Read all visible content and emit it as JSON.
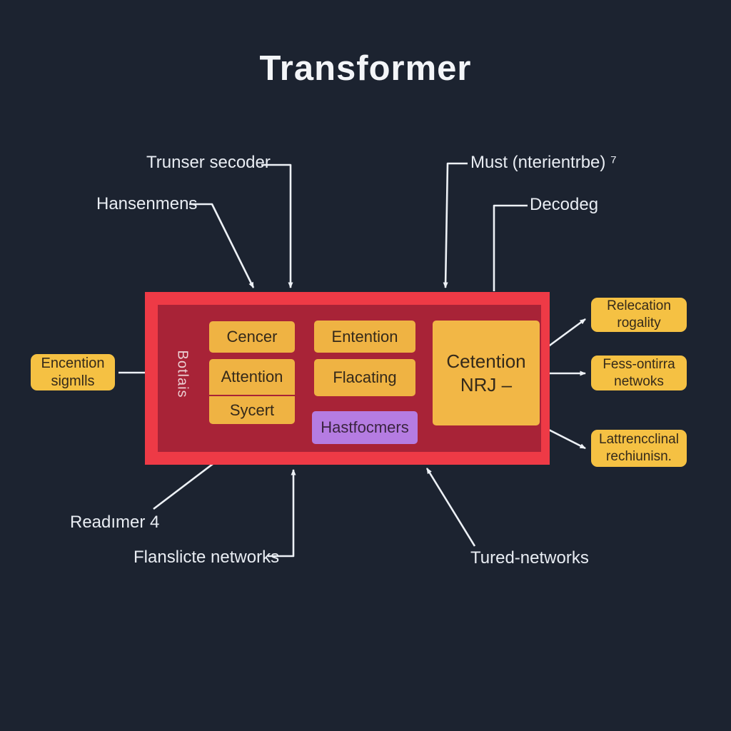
{
  "title": "Transformer",
  "callouts": {
    "top_left_1": "Trunser secoder",
    "top_left_2": "Hansenmens",
    "top_right_1": "Must (nterientrbe) ⁷",
    "top_right_2": "Decodeg",
    "bottom_left_1": "Readımer 4",
    "bottom_left_2": "Flanslicte networks",
    "bottom_right_1": "Tured-networks"
  },
  "input_label": {
    "line1": "Encention",
    "line2": "sigmlls"
  },
  "output_labels": [
    {
      "line1": "Relecation",
      "line2": "rogality"
    },
    {
      "line1": "Fess-ontirra",
      "line2": "netwoks"
    },
    {
      "line1": "Lattrencclinal",
      "line2": "rechiunisn."
    }
  ],
  "diagram": {
    "vertical_label": "Botlais",
    "encoder_stack": [
      "Cencer",
      "Attention",
      "Sycert"
    ],
    "middle_stack": {
      "top": "Entention",
      "mid": "Flacating",
      "purple": "Hastfocmers"
    },
    "output_block": {
      "line1": "Cetention",
      "line2": "NRJ –"
    }
  },
  "colors": {
    "background": "#1c2330",
    "box_red": "#ee3a46",
    "box_crimson": "#a82337",
    "yellow": "#efb343",
    "label_yellow": "#f5c143",
    "purple": "#b57ce2",
    "line_white": "#edf1f6",
    "text_dark": "#34291a"
  }
}
